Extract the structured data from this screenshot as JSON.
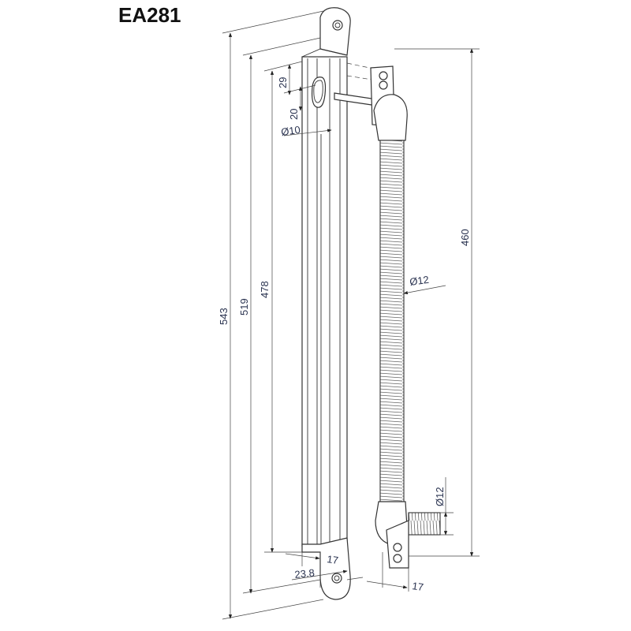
{
  "title": "EA281",
  "dimensions": {
    "overall_length": "543",
    "plate_length": "519",
    "body_length": "478",
    "slot_offset": "29",
    "slot_length": "20",
    "slot_diameter": "Ø10",
    "hose_length": "460",
    "hose_diameter": "Ø12",
    "fitting_diameter": "Ø12",
    "bar_width": "17",
    "plate_width": "23.8",
    "fitting_width": "17"
  },
  "colors": {
    "text": "#2a3350",
    "line": "#333333"
  }
}
